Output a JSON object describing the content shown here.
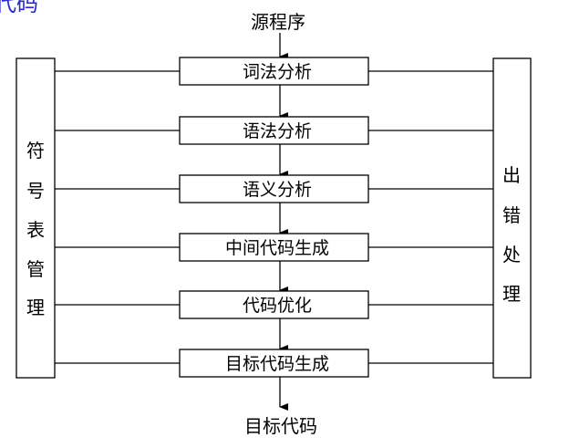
{
  "corner_fragment": "代码",
  "source": "源程序",
  "target": "目标代码",
  "stages": [
    "词法分析",
    "语法分析",
    "语义分析",
    "中间代码生成",
    "代码优化",
    "目标代码生成"
  ],
  "left_box": [
    "符",
    "号",
    "表",
    "管",
    "理"
  ],
  "right_box": [
    "出",
    "错",
    "处",
    "理"
  ],
  "colors": {
    "line": "#000000",
    "corner_text": "#2a2ad6"
  }
}
